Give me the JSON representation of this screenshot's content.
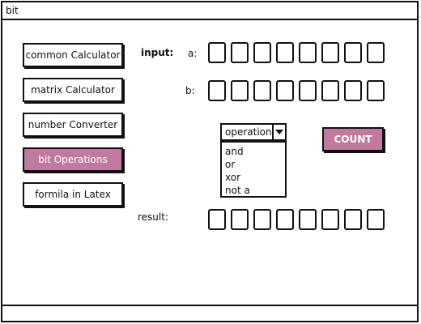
{
  "window": {
    "title": "bit"
  },
  "sidebar": {
    "items": [
      {
        "label": "common Calculator",
        "active": false
      },
      {
        "label": "matrix Calculator",
        "active": false
      },
      {
        "label": "number Converter",
        "active": false
      },
      {
        "label": "bit Operations",
        "active": true
      },
      {
        "label": "formila in Latex",
        "active": false
      }
    ]
  },
  "main": {
    "input_label": "input:",
    "a_label": "a:",
    "b_label": "b:",
    "result_label": "result:",
    "operation": {
      "selected": "operation",
      "options": [
        "and",
        "or",
        "xor",
        "not a"
      ]
    },
    "count_button": "COUNT"
  },
  "colors": {
    "accent": "#c07a9f"
  }
}
